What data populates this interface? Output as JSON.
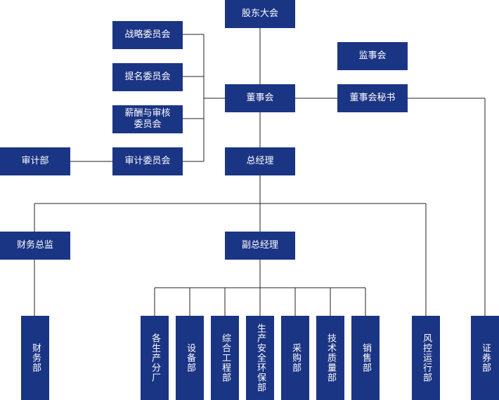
{
  "colors": {
    "box": "#1b3585",
    "text": "#ffffff",
    "line": "#222222"
  },
  "nodes": {
    "shareholders_meeting": "股东大会",
    "strategy_committee": "战略委员会",
    "nomination_committee": "提名委员会",
    "remuneration_committee_line1": "薪酬与审核",
    "remuneration_committee_line2": "委员会",
    "audit_committee": "审计委员会",
    "audit_dept": "审计部",
    "supervisory_board": "监事会",
    "board_of_directors": "董事会",
    "board_secretary": "董事会秘书",
    "general_manager": "总经理",
    "finance_director": "财务总监",
    "deputy_general_manager": "副总经理",
    "finance_dept": "财务部",
    "branch_factories": "各生产分厂",
    "equipment_dept": "设备部",
    "engineering_dept": "综合工程部",
    "safety_env_dept": "生产安全环保部",
    "procurement_dept": "采购部",
    "quality_dept": "技术质量部",
    "sales_dept": "销售部",
    "risk_dept": "风控运行部",
    "securities_dept": "证券部"
  }
}
